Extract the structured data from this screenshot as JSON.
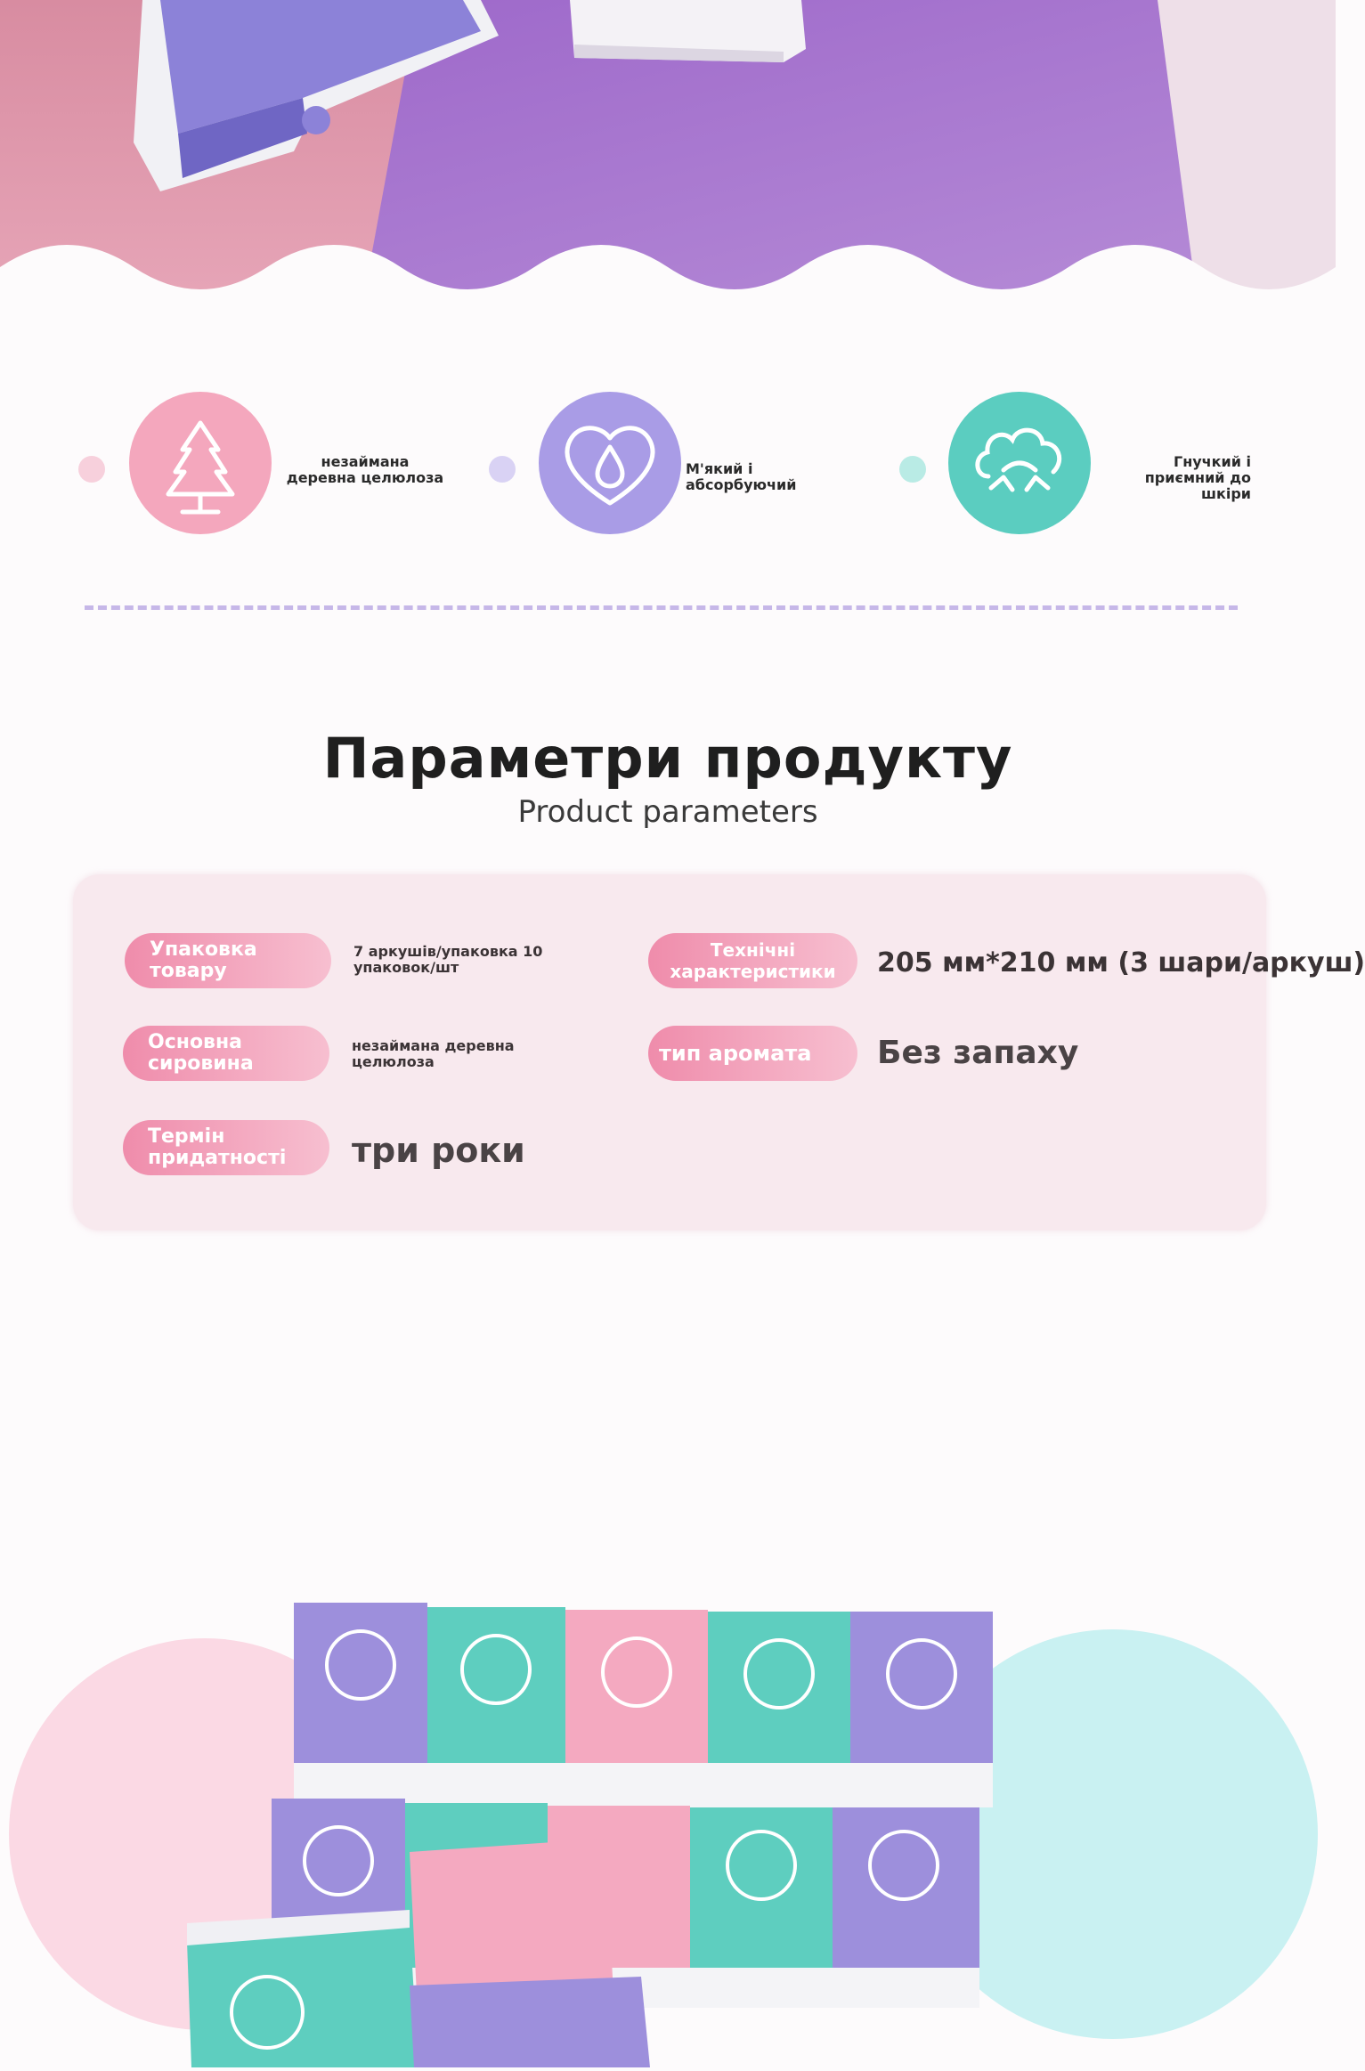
{
  "features": [
    {
      "icon": "tree-icon",
      "label": "незаймана деревна целюлоза",
      "color": "#f4a7bd",
      "dot": "#f7d0dc"
    },
    {
      "icon": "drop-heart-icon",
      "label": "М'який і абсорбуючий",
      "color": "#a99ce6",
      "dot": "#d9d2f4"
    },
    {
      "icon": "cloud-smile-icon",
      "label": "Гнучкий і приємний до шкіри",
      "color": "#5bcdc0",
      "dot": "#b9ebe5"
    }
  ],
  "section": {
    "title": "Параметри продукту",
    "subtitle": "Product parameters"
  },
  "params": [
    {
      "label": "Упаковка товару",
      "value": "7 аркушів/упаковка 10 упаковок/шт"
    },
    {
      "label": "Технічні характеристики",
      "value": "205 мм*210 мм (3 шари/аркуш)"
    },
    {
      "label": "Основна сировина",
      "value": "незаймана деревна целюлоза"
    },
    {
      "label": "тип аромата",
      "value": "Без запаху"
    },
    {
      "label": "Термін придатності",
      "value": "три роки"
    }
  ],
  "colors": {
    "pink": "#f4a7bd",
    "purple": "#a99ce6",
    "teal": "#5bcdc0",
    "panel": "#f8e9ee",
    "dash": "#c6b7e8"
  }
}
